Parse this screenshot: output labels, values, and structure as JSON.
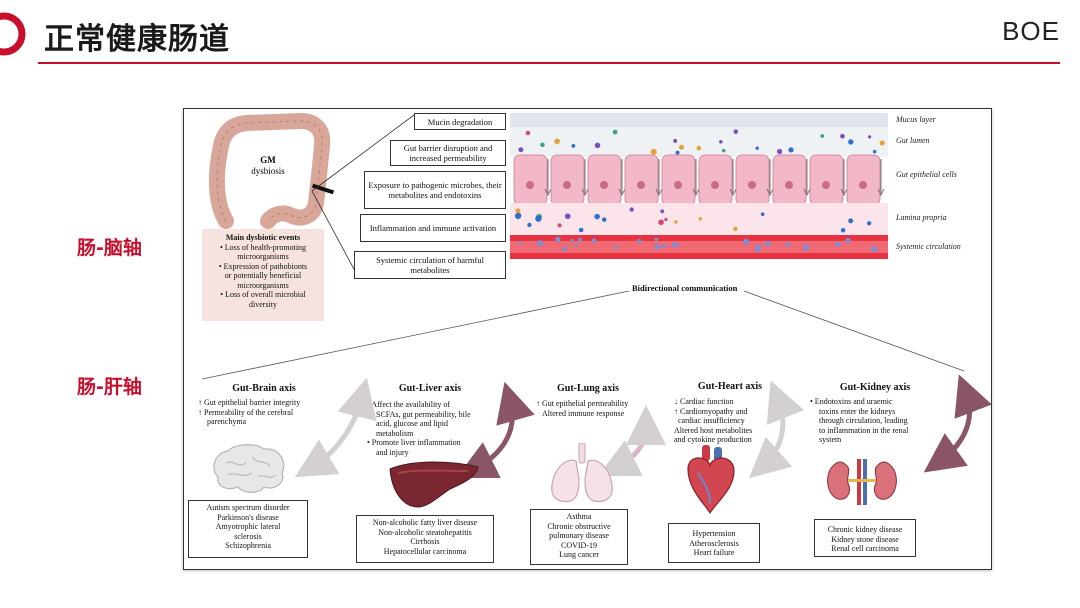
{
  "header": {
    "title": "正常健康肠道",
    "logo": "BOE",
    "accent_color": "#c8102e"
  },
  "side_labels": {
    "gut_brain": "肠-脑轴",
    "gut_liver": "肠-肝轴"
  },
  "figure": {
    "gm_label": [
      "GM",
      "dysbiosis"
    ],
    "main_events": {
      "heading": "Main dysbiotic events",
      "items": [
        "• Loss of health-promoting",
        "microorganisms",
        "• Expression of pathobionts",
        "or potentially beneficial",
        "microorganisms",
        "• Loss of overall microbial",
        "diversity"
      ]
    },
    "process_boxes": [
      "Mucin degradation",
      "Gut barrier disruption and increased permeability",
      "Exposure to pathogenic microbes, their metabolites and endotoxins",
      "Inflammation and immune activation",
      "Systemic circulation of harmful metabolites"
    ],
    "layers": [
      "Mucus layer",
      "Gut lumen",
      "Gut epithelial cells",
      "Lamina propria",
      "Systemic circulation"
    ],
    "bidirectional": "Bidirectional communication",
    "axes": [
      {
        "title": "Gut-Brain axis",
        "effects": [
          "↑ Gut epithelial barrier integrity",
          "↑ Permeability of the cerebral",
          "parenchyma"
        ],
        "organ": "brain-icon",
        "diseases": [
          "Autism spectrum disorder",
          "Parkinson's disease",
          "Amyotrophic lateral",
          "sclerosis",
          "Schizophrenia"
        ]
      },
      {
        "title": "Gut-Liver axis",
        "effects": [
          "• Affect the availability of",
          "SCFAs, gut permeability, bile",
          "acid, glucose and lipid",
          "metabolism",
          "• Promote liver inflammation",
          "and injury"
        ],
        "organ": "liver-icon",
        "diseases": [
          "Non-alcoholic fatty liver disease",
          "Non-alcoholic steatohepatitis",
          "Cirrhosis",
          "Hepatocellular carcinoma"
        ]
      },
      {
        "title": "Gut-Lung axis",
        "effects": [
          "↑ Gut epithelial permeability",
          "Altered immune response"
        ],
        "organ": "lung-icon",
        "diseases": [
          "Asthma",
          "Chronic obstructive",
          "pulmonary disease",
          "COVID-19",
          "Lung cancer"
        ]
      },
      {
        "title": "Gut-Heart axis",
        "effects": [
          "↓ Cardiac function",
          "↑ Cardiomyopathy and",
          "cardiac insufficiency",
          "Altered host metabolites",
          "and cytokine production"
        ],
        "organ": "heart-icon",
        "diseases": [
          "Hypertension",
          "Atherosclerosis",
          "Heart failure"
        ]
      },
      {
        "title": "Gut-Kidney axis",
        "effects": [
          "• Endotoxins and uraemic",
          "toxins enter the kidneys",
          "through circulation, leading",
          "to inflammation in the renal",
          "system"
        ],
        "organ": "kidney-icon",
        "diseases": [
          "Chronic kidney disease",
          "Kidney stone disease",
          "Renal cell carcinoma"
        ]
      }
    ]
  }
}
